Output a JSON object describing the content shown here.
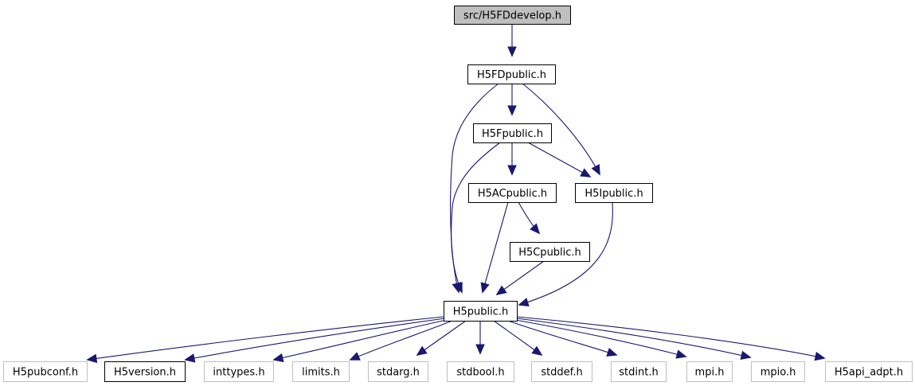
{
  "graph": {
    "title": "src/H5FDdevelop.h include dependency graph",
    "colors": {
      "edge": "#191970",
      "root_fill": "#bfbfbf",
      "node_border": "#000000",
      "external_border": "#bfbfbf",
      "node_fill": "#ffffff"
    },
    "nodes": [
      {
        "id": "h5fddevelop",
        "label": "src/H5FDdevelop.h",
        "kind": "root"
      },
      {
        "id": "h5fdpublic",
        "label": "H5FDpublic.h",
        "kind": "documented"
      },
      {
        "id": "h5fpublic",
        "label": "H5Fpublic.h",
        "kind": "documented"
      },
      {
        "id": "h5acpublic",
        "label": "H5ACpublic.h",
        "kind": "documented"
      },
      {
        "id": "h5ipublic",
        "label": "H5Ipublic.h",
        "kind": "documented"
      },
      {
        "id": "h5cpublic",
        "label": "H5Cpublic.h",
        "kind": "documented"
      },
      {
        "id": "h5public",
        "label": "H5public.h",
        "kind": "documented"
      },
      {
        "id": "h5pubconf",
        "label": "H5pubconf.h",
        "kind": "external"
      },
      {
        "id": "h5version",
        "label": "H5version.h",
        "kind": "documented"
      },
      {
        "id": "inttypes",
        "label": "inttypes.h",
        "kind": "external"
      },
      {
        "id": "limits",
        "label": "limits.h",
        "kind": "external"
      },
      {
        "id": "stdarg",
        "label": "stdarg.h",
        "kind": "external"
      },
      {
        "id": "stdbool",
        "label": "stdbool.h",
        "kind": "external"
      },
      {
        "id": "stddef",
        "label": "stddef.h",
        "kind": "external"
      },
      {
        "id": "stdint",
        "label": "stdint.h",
        "kind": "external"
      },
      {
        "id": "mpi",
        "label": "mpi.h",
        "kind": "external"
      },
      {
        "id": "mpio",
        "label": "mpio.h",
        "kind": "external"
      },
      {
        "id": "h5api_adpt",
        "label": "H5api_adpt.h",
        "kind": "external"
      }
    ],
    "edges": [
      {
        "from": "h5fddevelop",
        "to": "h5fdpublic"
      },
      {
        "from": "h5fdpublic",
        "to": "h5fpublic"
      },
      {
        "from": "h5fdpublic",
        "to": "h5ipublic"
      },
      {
        "from": "h5fdpublic",
        "to": "h5public"
      },
      {
        "from": "h5fpublic",
        "to": "h5acpublic"
      },
      {
        "from": "h5fpublic",
        "to": "h5ipublic"
      },
      {
        "from": "h5fpublic",
        "to": "h5public"
      },
      {
        "from": "h5acpublic",
        "to": "h5cpublic"
      },
      {
        "from": "h5acpublic",
        "to": "h5public"
      },
      {
        "from": "h5cpublic",
        "to": "h5public"
      },
      {
        "from": "h5ipublic",
        "to": "h5public"
      },
      {
        "from": "h5public",
        "to": "h5pubconf"
      },
      {
        "from": "h5public",
        "to": "h5version"
      },
      {
        "from": "h5public",
        "to": "inttypes"
      },
      {
        "from": "h5public",
        "to": "limits"
      },
      {
        "from": "h5public",
        "to": "stdarg"
      },
      {
        "from": "h5public",
        "to": "stdbool"
      },
      {
        "from": "h5public",
        "to": "stddef"
      },
      {
        "from": "h5public",
        "to": "stdint"
      },
      {
        "from": "h5public",
        "to": "mpi"
      },
      {
        "from": "h5public",
        "to": "mpio"
      },
      {
        "from": "h5public",
        "to": "h5api_adpt"
      }
    ]
  }
}
